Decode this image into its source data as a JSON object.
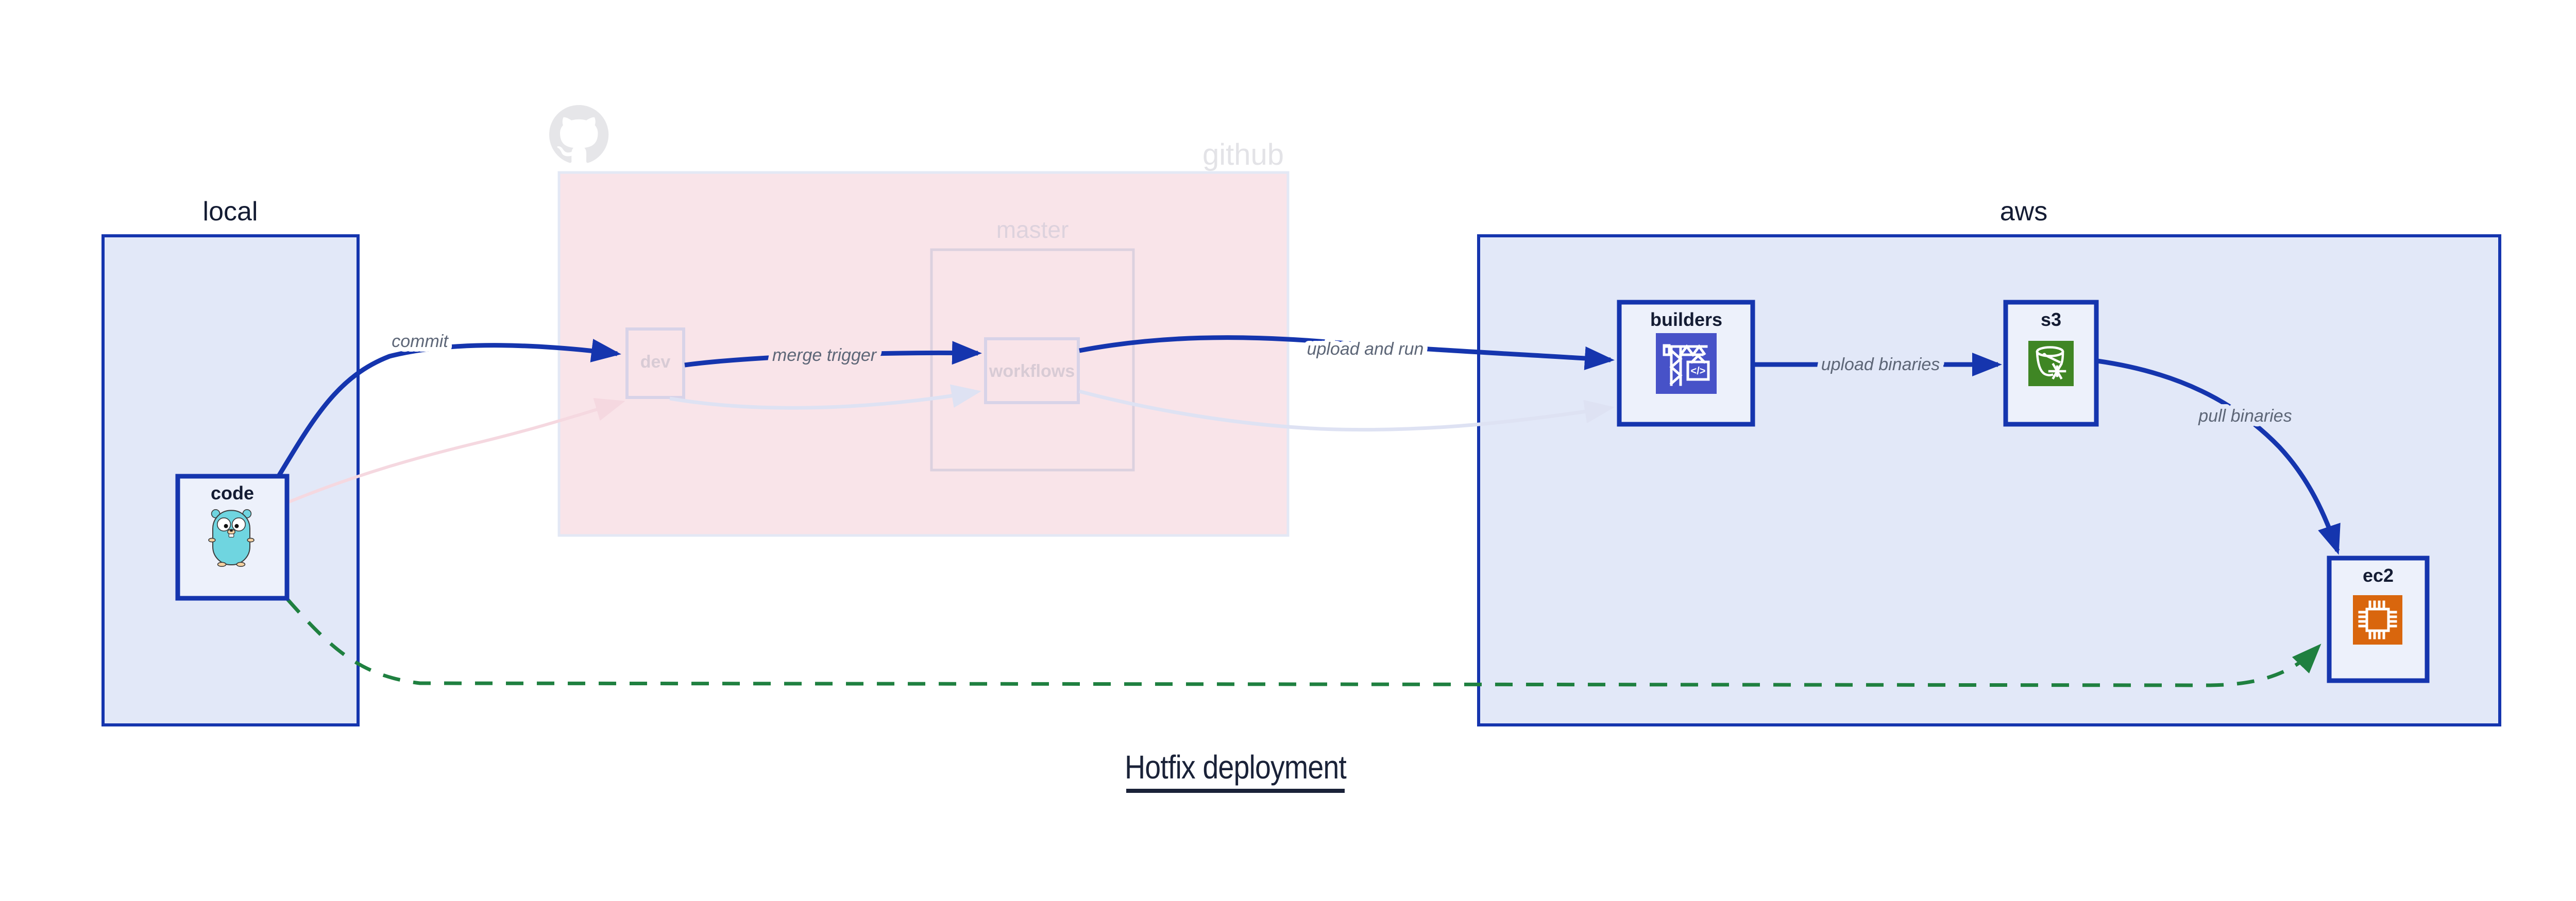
{
  "title": {
    "text": "Hotfix deployment"
  },
  "containers": {
    "local": {
      "label": "local"
    },
    "github": {
      "label": "github",
      "master": {
        "label": "master"
      }
    },
    "aws": {
      "label": "aws"
    }
  },
  "nodes": {
    "code": {
      "label": "code",
      "icon": "go-gopher-icon"
    },
    "dev": {
      "label": "dev",
      "state": "faded"
    },
    "workflows": {
      "label": "workflows",
      "state": "faded"
    },
    "builders": {
      "label": "builders",
      "icon": "codebuild-crane-icon",
      "icon_symbol": "</>",
      "icon_color": "#4752c8"
    },
    "s3": {
      "label": "s3",
      "icon": "s3-glacier-bucket-icon",
      "icon_color": "#3f8624"
    },
    "ec2": {
      "label": "ec2",
      "icon": "ec2-chip-icon",
      "icon_color": "#d9660d"
    }
  },
  "edges": {
    "commit": {
      "label": "commit",
      "from": "code",
      "to": "dev",
      "style": "solid-blue"
    },
    "merge_trigger": {
      "label": "merge trigger",
      "from": "dev",
      "to": "workflows",
      "style": "solid-blue"
    },
    "upload_and_run": {
      "label": "upload and run",
      "from": "workflows",
      "to": "builders",
      "style": "solid-blue"
    },
    "upload_binaries": {
      "label": "upload binaries",
      "from": "builders",
      "to": "s3",
      "style": "solid-blue"
    },
    "pull_binaries": {
      "label": "pull binaries",
      "from": "s3",
      "to": "ec2",
      "style": "solid-blue"
    },
    "hotfix_path": {
      "from": "code",
      "to": "ec2",
      "style": "dashed-green"
    },
    "faded_commit": {
      "from": "code",
      "to": "dev",
      "style": "faded-pink"
    },
    "faded_merge": {
      "from": "dev",
      "to": "workflows",
      "style": "faded-lavender"
    },
    "faded_upload": {
      "from": "workflows",
      "to": "builders",
      "style": "faded-lavender"
    }
  },
  "colors": {
    "edge_blue": "#1535ae",
    "container_fill": "#e2e8f8",
    "container_border": "#1535ae",
    "node_fill": "#edf1fb",
    "github_fill": "#f9e4e9",
    "github_border": "#e3e8f5",
    "master_border": "#dcd1df",
    "faded_node_border": "#d8d3e8",
    "faded_text": "#d8cbd5",
    "github_logo_gray": "#e6e6e9",
    "edge_label_gray": "#5d6677",
    "dark_navy_text": "#141c33",
    "hotfix_green": "#1f8040",
    "faded_lavender": "#dee2f3",
    "faded_pink": "#f5d8e0",
    "gopher_teal": "#6fd5e0"
  }
}
